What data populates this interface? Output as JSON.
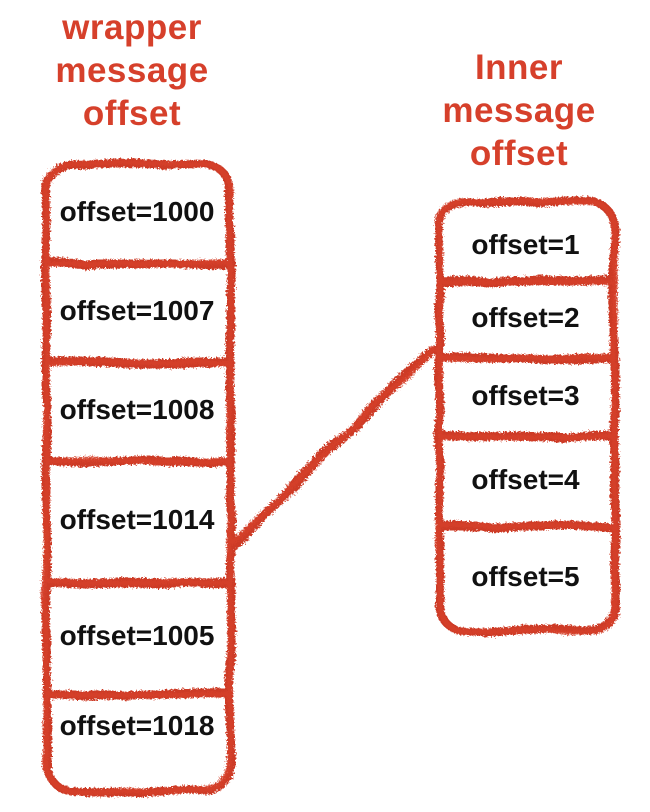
{
  "colors": {
    "accent_red": "#d6402b",
    "stroke_red": "#cd3a27",
    "label_black": "#111111",
    "background": "#ffffff"
  },
  "left_column": {
    "title": "wrapper message offset",
    "title_lines": [
      "wrapper",
      "message",
      "offset"
    ],
    "cells": [
      "offset=1000",
      "offset=1007",
      "offset=1008",
      "offset=1014",
      "offset=1005",
      "offset=1018"
    ]
  },
  "right_column": {
    "title": "Inner message offset",
    "title_lines": [
      "Inner",
      "message",
      "offset"
    ],
    "cells": [
      "offset=1",
      "offset=2",
      "offset=3",
      "offset=4",
      "offset=5"
    ]
  },
  "connector": {
    "from_cell": "offset=1014",
    "to_cell": "offset=2"
  }
}
